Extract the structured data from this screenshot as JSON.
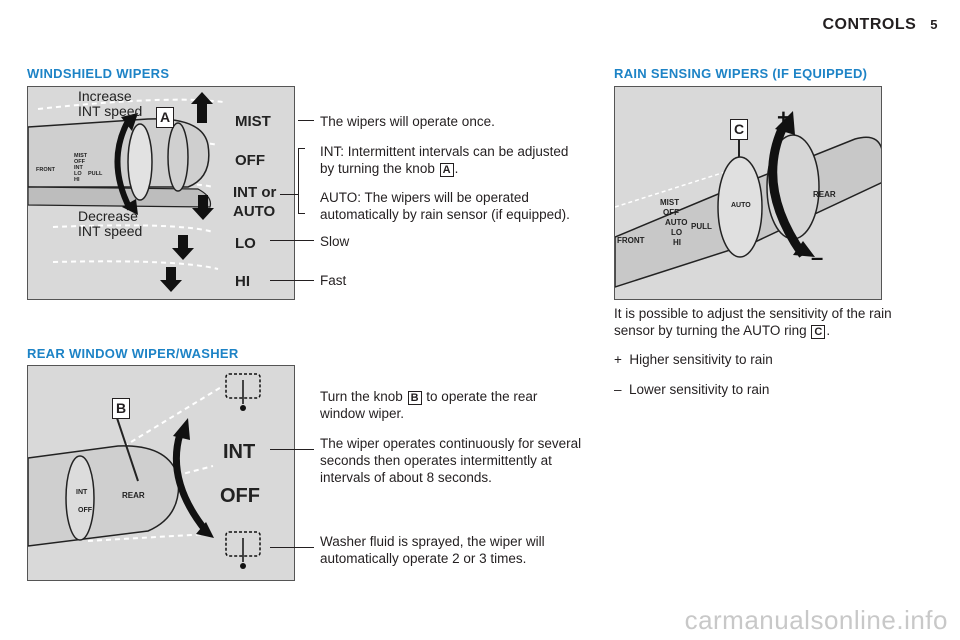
{
  "header": {
    "section": "CONTROLS",
    "page": "5"
  },
  "windshield": {
    "title": "WINDSHIELD WIPERS",
    "figure": {
      "callout": "A",
      "increase": [
        "Increase",
        "INT speed"
      ],
      "decrease": [
        "Decrease",
        "INT speed"
      ],
      "positions": [
        "MIST",
        "OFF",
        "INT or",
        "AUTO",
        "LO",
        "HI"
      ],
      "stalk_labels": [
        "MIST",
        "OFF",
        "INT",
        "LO",
        "PULL",
        "HI",
        "FRONT"
      ]
    },
    "labels": {
      "mist": "The wipers will operate once.",
      "int_a": "INT: Intermittent intervals can be adjusted",
      "int_b": "by turning the knob",
      "int_ref": "A",
      "int_end": ".",
      "auto_a": "AUTO: The wipers will be operated",
      "auto_b": "automatically by rain sensor (if equipped).",
      "lo": "Slow",
      "hi": "Fast"
    }
  },
  "rear": {
    "title": "REAR WINDOW WIPER/WASHER",
    "figure": {
      "callout": "B",
      "int": "INT",
      "off": "OFF",
      "stalk_labels": [
        "INT",
        "OFF",
        "REAR"
      ]
    },
    "labels": {
      "knob_a": "Turn the knob",
      "knob_ref": "B",
      "knob_b": "to operate the rear",
      "knob_c": "window wiper.",
      "int_a": "The wiper operates continuously for several",
      "int_b": "seconds then operates intermittently at",
      "int_c": "intervals of about 8 seconds.",
      "washer_a": "Washer fluid is sprayed, the wiper will",
      "washer_b": "automatically operate 2 or 3 times."
    }
  },
  "rain": {
    "title": "RAIN SENSING WIPERS (IF EQUIPPED)",
    "figure": {
      "callout": "C",
      "plus": "+",
      "minus": "–",
      "stalk_labels": [
        "MIST",
        "OFF",
        "AUTO",
        "LO",
        "HI",
        "FRONT",
        "PULL",
        "AUTO",
        "REAR"
      ]
    },
    "desc_a": "It is possible to adjust the sensitivity of the rain",
    "desc_b": "sensor by turning the AUTO ring",
    "desc_ref": "C",
    "desc_end": ".",
    "higher_sym": "+",
    "higher": "Higher sensitivity to rain",
    "lower_sym": "–",
    "lower": "Lower sensitivity to rain"
  },
  "watermark": "carmanualsonline.info",
  "colors": {
    "title_blue": "#1d83c6",
    "figure_bg": "#d9d9d9",
    "arrow": "#111111"
  }
}
